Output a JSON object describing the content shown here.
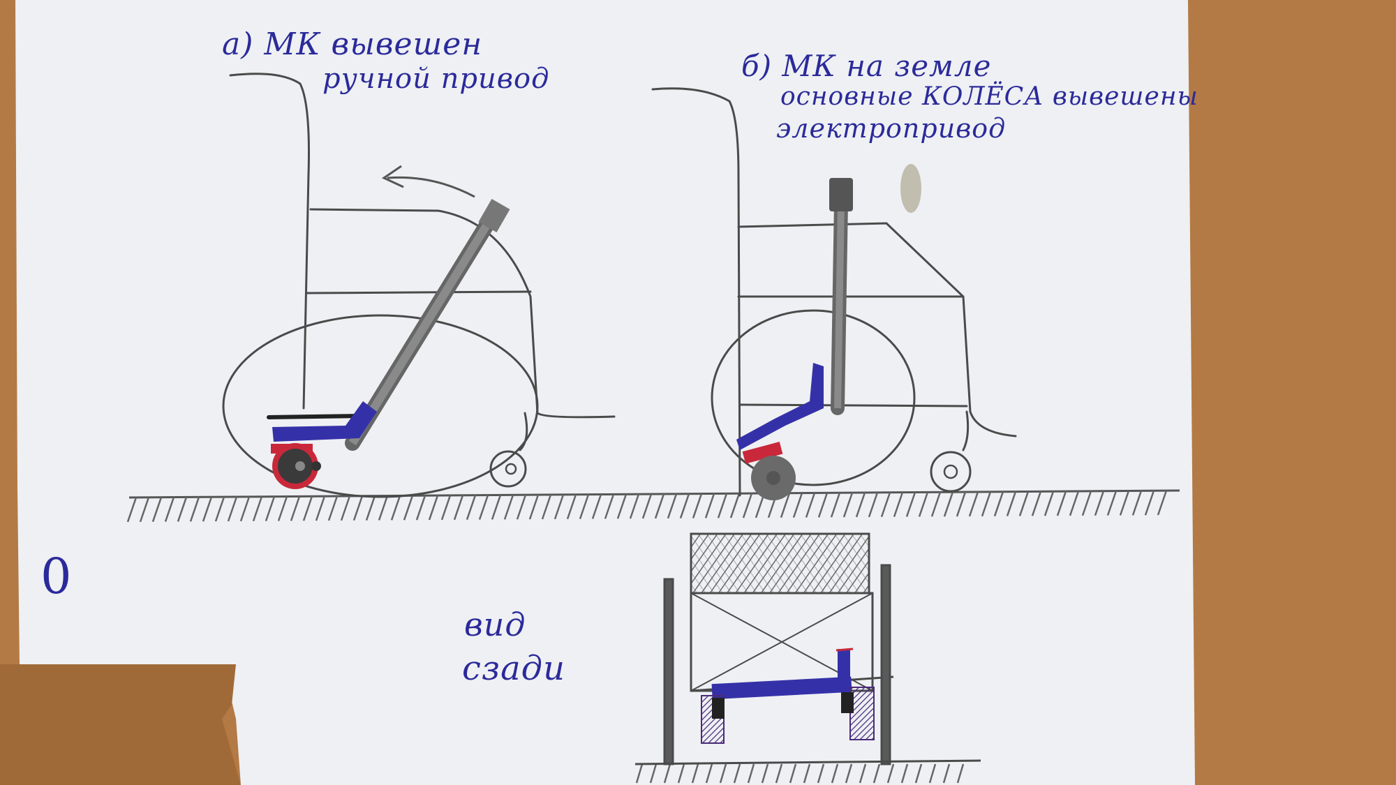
{
  "photo": {
    "colors": {
      "table": "#b37a45",
      "paper": "#eef0f3",
      "pencil": "#555555",
      "blue_marker": "#3431a8",
      "red_marker": "#c8283a",
      "ink": "#2b2a9a"
    }
  },
  "labels": {
    "a_line1": "а) МК вывешен",
    "a_line2": "ручной привод",
    "b_line1": "б) МК на земле",
    "b_line2": "основные КОЛЁСА вывешены",
    "b_line3": "электропривод",
    "rear_line1": "вид",
    "rear_line2": "сзади",
    "margin_mark": "0"
  }
}
